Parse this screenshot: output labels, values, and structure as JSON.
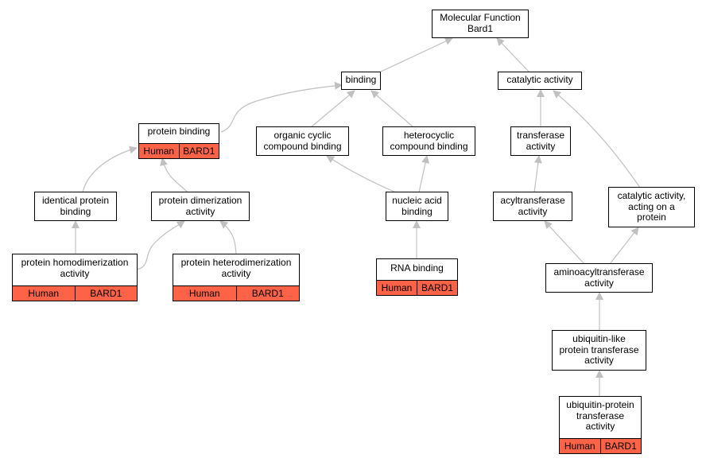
{
  "colors": {
    "annotation": "#ff6347",
    "edge": "#c0c0c0",
    "border": "#000000"
  },
  "nodes": {
    "mf": {
      "label": "Molecular Function\nBard1"
    },
    "binding": {
      "label": "binding"
    },
    "cat": {
      "label": "catalytic activity"
    },
    "pb": {
      "label": "protein binding",
      "cells": [
        "Human",
        "BARD1"
      ]
    },
    "ocb": {
      "label": "organic cyclic\ncompound binding"
    },
    "hcb": {
      "label": "heterocyclic\ncompound binding"
    },
    "trans": {
      "label": "transferase\nactivity"
    },
    "ipb": {
      "label": "identical protein\nbinding"
    },
    "pda": {
      "label": "protein dimerization\nactivity"
    },
    "nab": {
      "label": "nucleic acid\nbinding"
    },
    "acyl": {
      "label": "acyltransferase\nactivity"
    },
    "cap": {
      "label": "catalytic activity,\nacting on a\nprotein"
    },
    "phoa": {
      "label": "protein homodimerization\nactivity",
      "cells": [
        "Human",
        "BARD1"
      ]
    },
    "phea": {
      "label": "protein heterodimerization\nactivity",
      "cells": [
        "Human",
        "BARD1"
      ]
    },
    "rna": {
      "label": "RNA binding",
      "cells": [
        "Human",
        "BARD1"
      ]
    },
    "amino": {
      "label": "aminoacyltransferase\nactivity"
    },
    "ubl": {
      "label": "ubiquitin-like\nprotein transferase\nactivity"
    },
    "ubp": {
      "label": "ubiquitin-protein\ntransferase\nactivity",
      "cells": [
        "Human",
        "BARD1"
      ]
    }
  }
}
